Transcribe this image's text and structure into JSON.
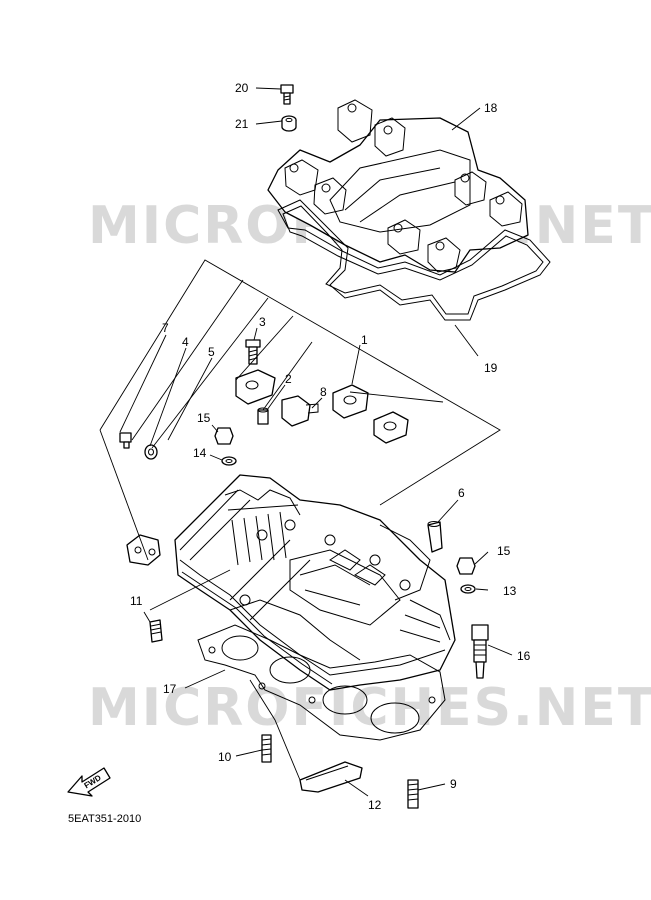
{
  "watermark": "MICROFICHES.NET",
  "diagram_code": "5EAT351-2010",
  "fwd_label": "FWD",
  "callouts": [
    "20",
    "21",
    "18",
    "19",
    "7",
    "4",
    "5",
    "3",
    "1",
    "2",
    "8",
    "15",
    "14",
    "6",
    "11",
    "15",
    "13",
    "16",
    "17",
    "10",
    "9",
    "12"
  ],
  "colors": {
    "line": "#000000",
    "watermark": "#d9d9d9",
    "background": "#ffffff"
  }
}
